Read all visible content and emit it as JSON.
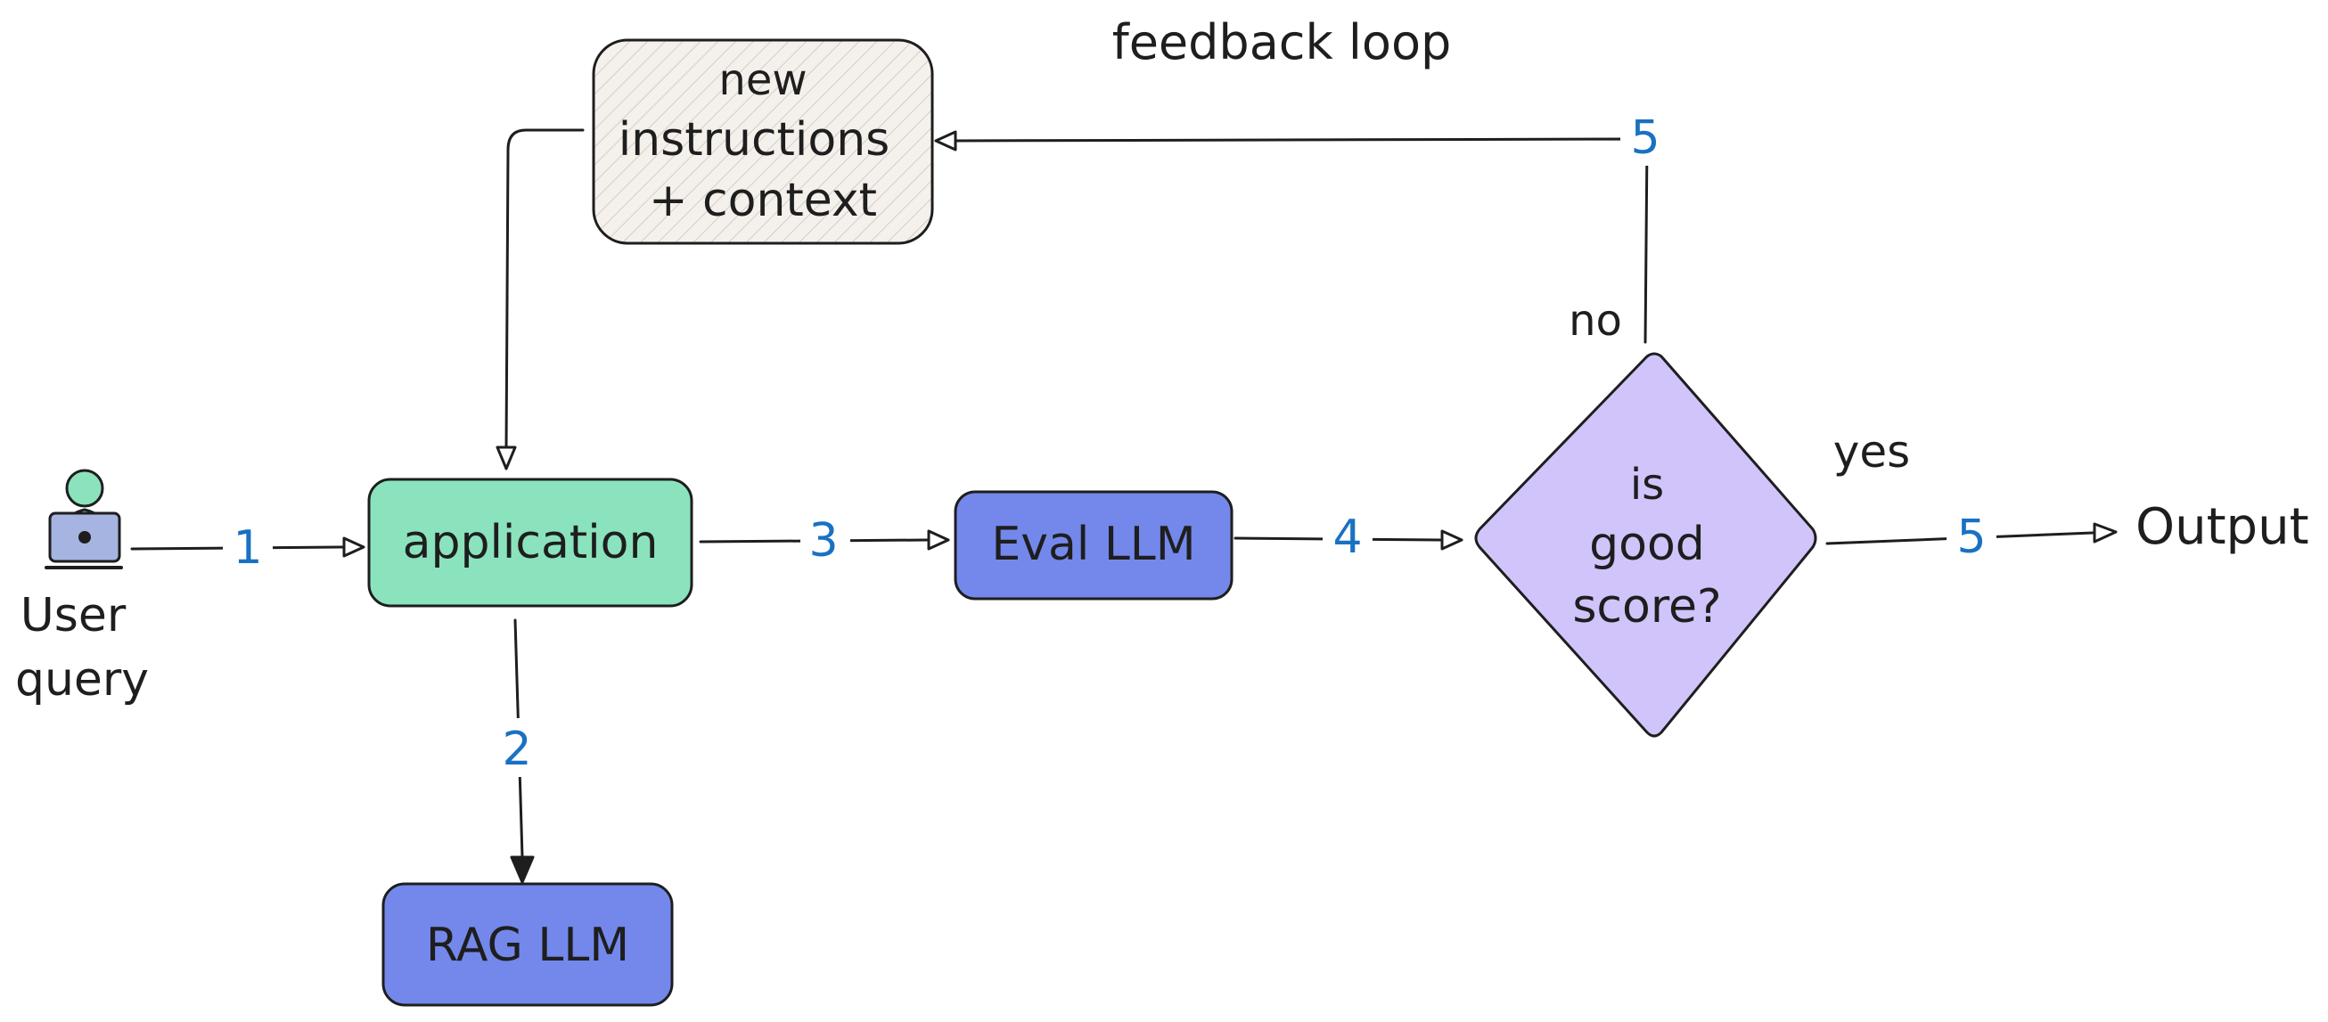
{
  "diagram": {
    "title": "feedback loop",
    "nodes": {
      "user": {
        "label_line1": "User",
        "label_line2": "query",
        "icon": "user-laptop-icon"
      },
      "application": {
        "label": "application",
        "fill": "#8ae3bd"
      },
      "rag_llm": {
        "label": "RAG LLM",
        "fill": "#7488eb"
      },
      "eval_llm": {
        "label": "Eval LLM",
        "fill": "#7488eb"
      },
      "decision": {
        "label_line1": "is",
        "label_line2": "good",
        "label_line3": "score?",
        "fill": "#d1c4fb"
      },
      "new_instructions": {
        "label_line1": "new",
        "label_line2": "instructions",
        "label_line3": "+ context",
        "fill": "#f4f0ec"
      },
      "output": {
        "label": "Output"
      }
    },
    "edges": {
      "user_to_app": {
        "step": "1"
      },
      "app_to_rag": {
        "step": "2"
      },
      "app_to_eval": {
        "step": "3"
      },
      "eval_to_decision": {
        "step": "4"
      },
      "decision_yes": {
        "step": "5",
        "label": "yes"
      },
      "decision_no": {
        "step": "5",
        "label": "no"
      }
    },
    "colors": {
      "stroke": "#1e1e1e",
      "step_number": "#1971c2",
      "user_icon_fill": "#8ae3bd",
      "user_laptop_fill": "#a5b4e0"
    }
  }
}
